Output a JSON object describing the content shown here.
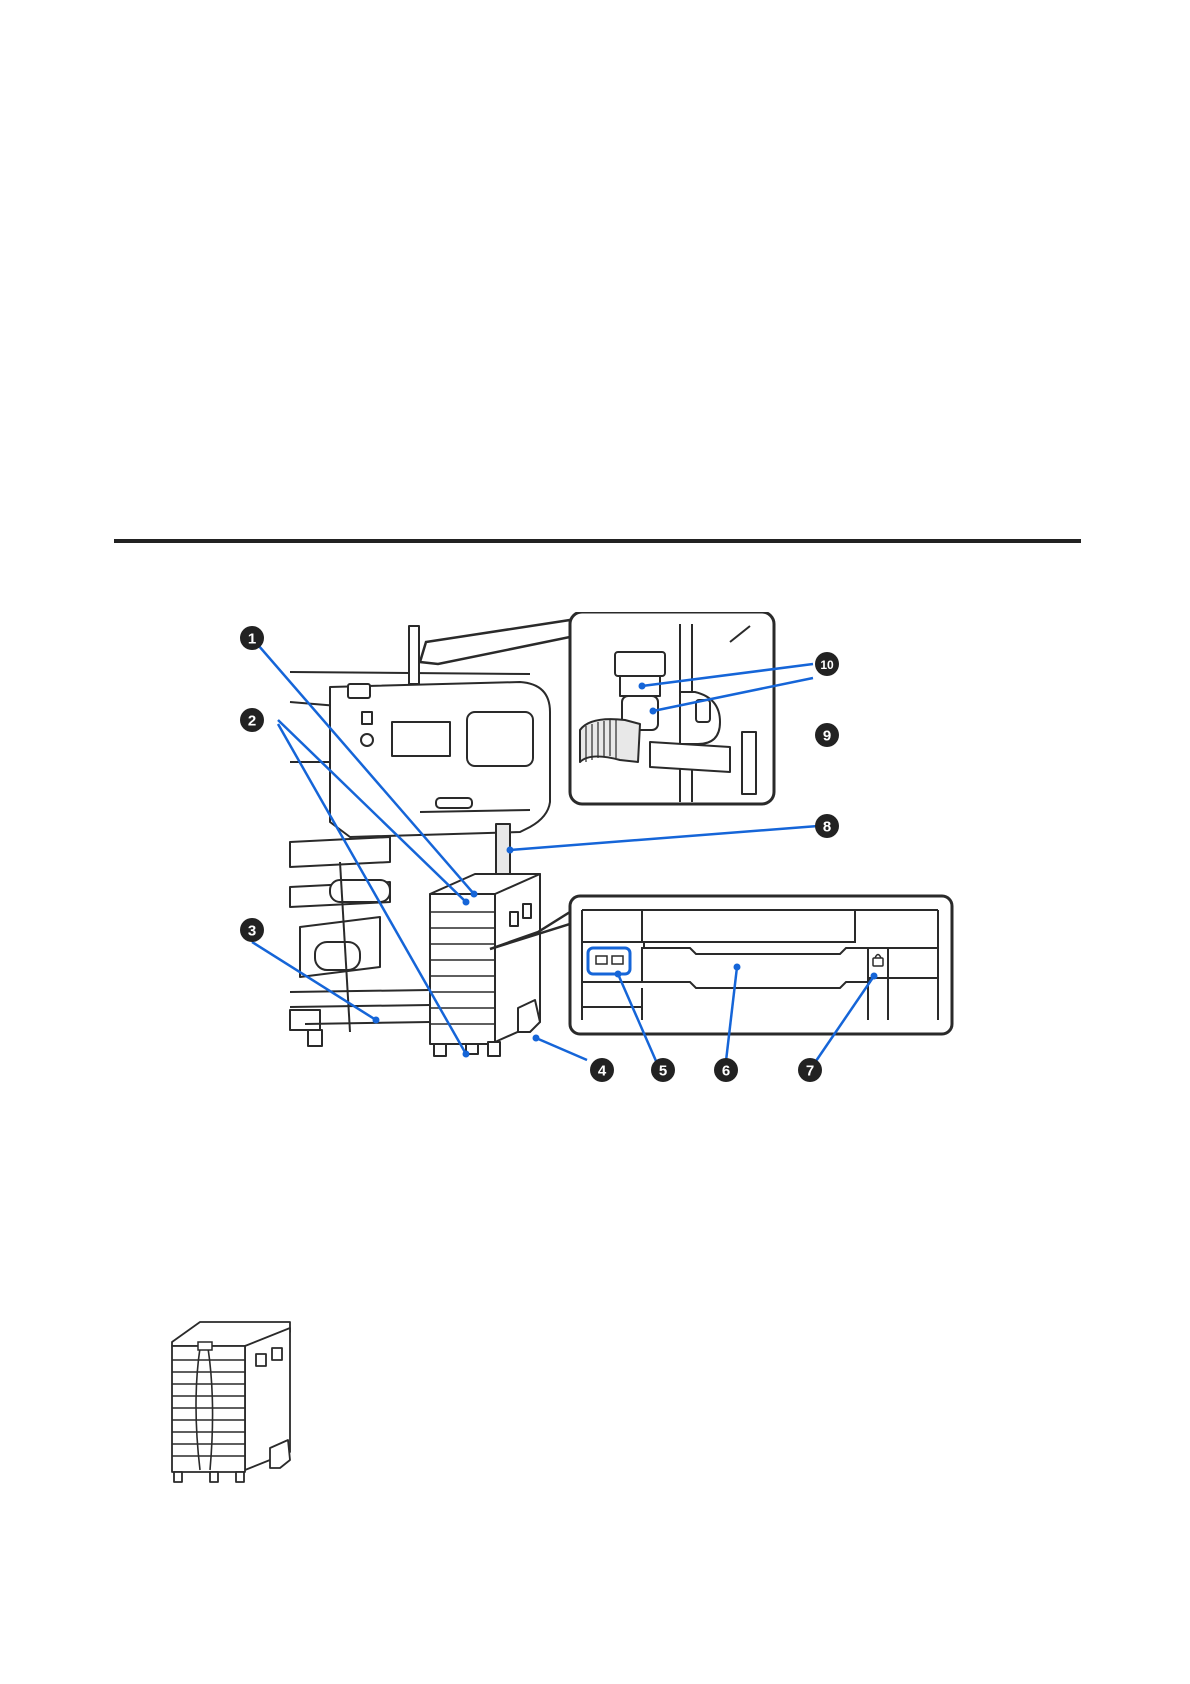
{
  "figure": {
    "callouts": [
      "1",
      "2",
      "3",
      "4",
      "5",
      "6",
      "7",
      "8",
      "9",
      "10"
    ],
    "colors": {
      "callout": "#222222",
      "leader": "#1565d8",
      "line": "#2a2a2a"
    }
  },
  "thumbnail": {
    "icon": "ink-supply-unit-with-lock-cable-icon"
  }
}
